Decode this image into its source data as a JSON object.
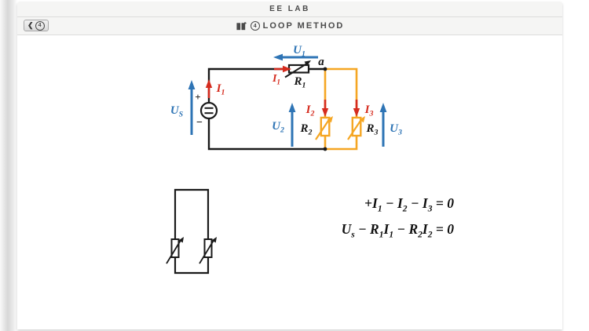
{
  "header": {
    "app_title": "EE LAB"
  },
  "toolbar": {
    "back_badge": "4",
    "title_badge": "4",
    "title": "LOOP METHOD"
  },
  "colors": {
    "voltage_blue": "#2E74B5",
    "current_red": "#D52B1E",
    "loop_orange": "#F5A623",
    "wire_black": "#1a1a1a"
  },
  "circuit": {
    "source_plus": "+",
    "source_minus": "−",
    "labels": {
      "u1": "U_1",
      "i1_top": "I_1",
      "r1": "R_1",
      "node_a": "a",
      "i1_src": "I_1",
      "us": "U_S",
      "i2": "I_2",
      "r2": "R_2",
      "u2": "U_2",
      "i3": "I_3",
      "r3": "R_3",
      "u3": "U_3"
    }
  },
  "equations": {
    "kcl": "+I_1 − I_2 − I_3 = 0",
    "kvl": "U_s − R_1I_1 − R_2I_2 = 0"
  }
}
